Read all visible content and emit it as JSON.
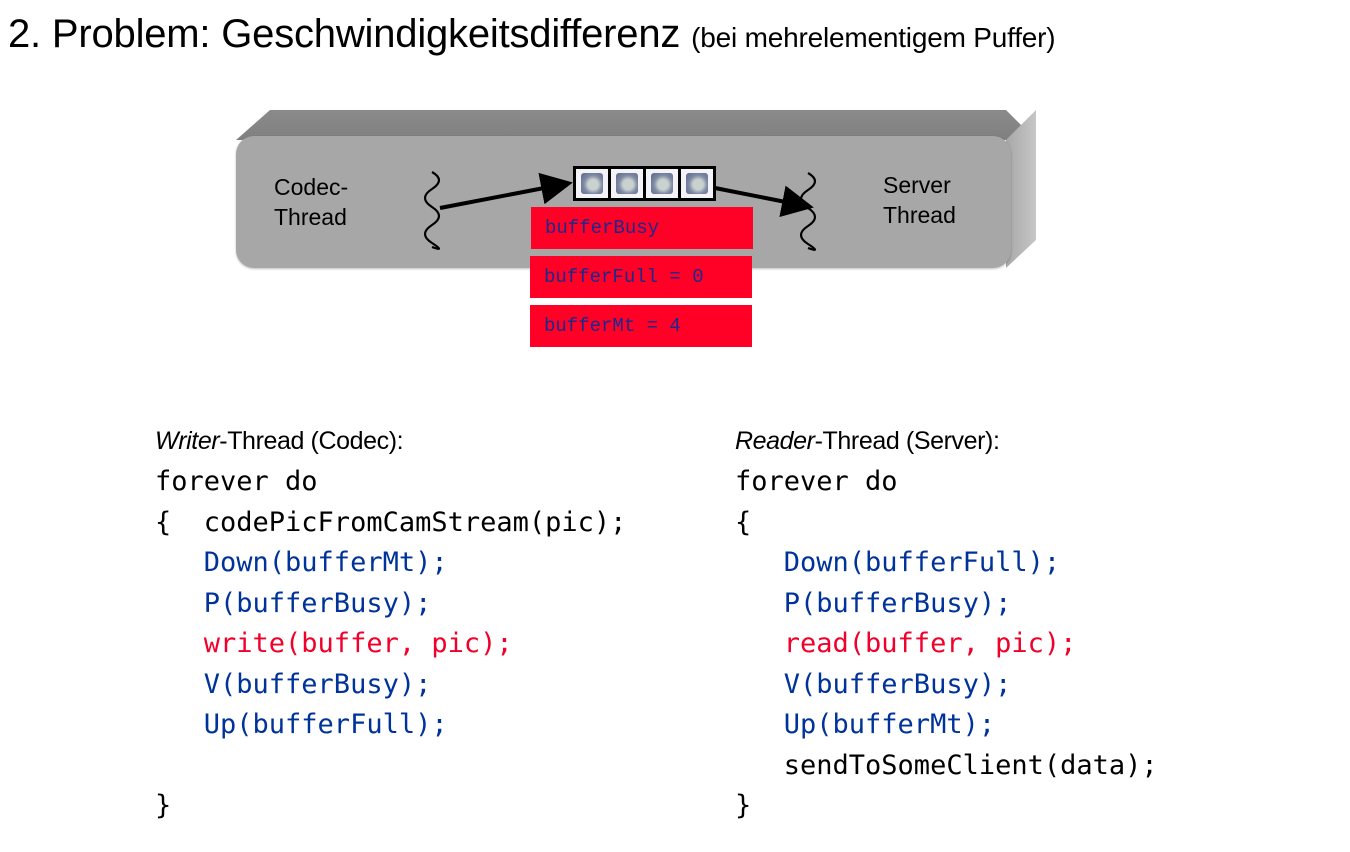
{
  "title": {
    "main": "2. Problem: Geschwindigkeitsdifferenz",
    "sub": "(bei mehrelementigem Puffer)"
  },
  "diagram": {
    "left_thread": {
      "line1": "Codec-",
      "line2": "Thread"
    },
    "right_thread": {
      "line1": "Server",
      "line2": "Thread"
    },
    "buffer": {
      "cells": 4,
      "cell_icon": "picture-icon"
    },
    "semaphores": [
      {
        "label": "bufferBusy"
      },
      {
        "label": "bufferFull = 0"
      },
      {
        "label": "bufferMt = 4"
      }
    ],
    "colors": {
      "slab": "#a7a7a7",
      "semaphore_bg": "#ff0026",
      "semaphore_text": "#1a2a8c"
    }
  },
  "writer": {
    "heading_italic": "Writer",
    "heading_rest": "-Thread (Codec):",
    "lines": [
      {
        "text": "forever do",
        "color": "black"
      },
      {
        "text": "{  codePicFromCamStream(pic);",
        "color": "black"
      },
      {
        "text": "   Down(bufferMt);",
        "color": "blue"
      },
      {
        "text": "   P(bufferBusy);",
        "color": "blue"
      },
      {
        "text": "   write(buffer, pic);",
        "color": "red"
      },
      {
        "text": "   V(bufferBusy);",
        "color": "blue"
      },
      {
        "text": "   Up(bufferFull);",
        "color": "blue"
      },
      {
        "text": "",
        "color": "black"
      },
      {
        "text": "}",
        "color": "black"
      }
    ]
  },
  "reader": {
    "heading_italic": "Reader",
    "heading_rest": "-Thread (Server):",
    "lines": [
      {
        "text": "forever do",
        "color": "black"
      },
      {
        "text": "{",
        "color": "black"
      },
      {
        "text": "   Down(bufferFull);",
        "color": "blue"
      },
      {
        "text": "   P(bufferBusy);",
        "color": "blue"
      },
      {
        "text": "   read(buffer, pic);",
        "color": "red"
      },
      {
        "text": "   V(bufferBusy);",
        "color": "blue"
      },
      {
        "text": "   Up(bufferMt);",
        "color": "blue"
      },
      {
        "text": "   sendToSomeClient(data);",
        "color": "black"
      },
      {
        "text": "}",
        "color": "black"
      }
    ]
  },
  "code_colors": {
    "black": "#000000",
    "blue": "#003399",
    "red": "#f0002a"
  }
}
